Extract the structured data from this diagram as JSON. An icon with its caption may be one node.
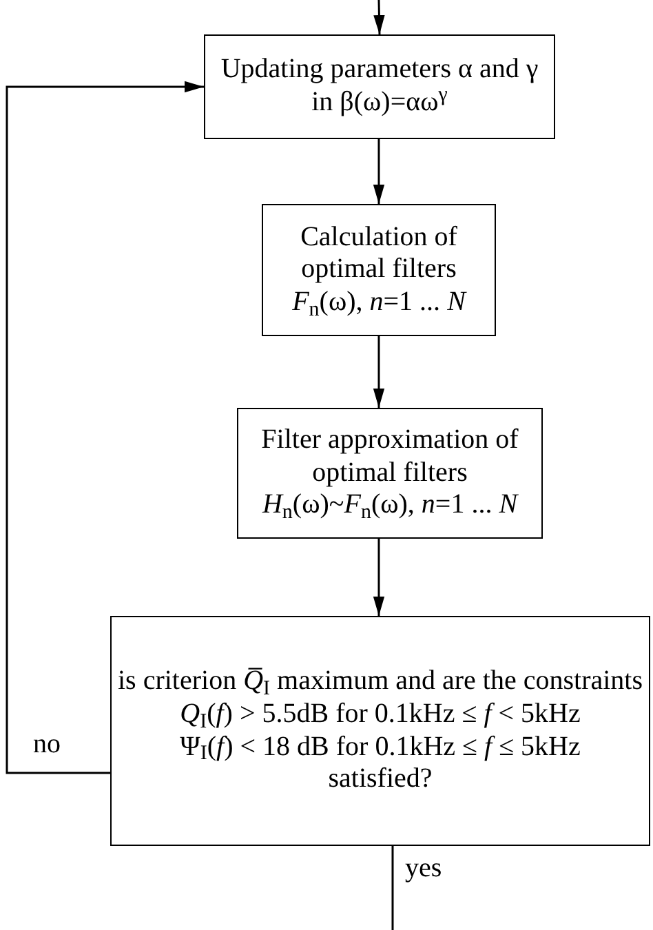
{
  "diagram": {
    "nodes": [
      {
        "text": [
          "Updating parameters α and γ in β(ω)=αω$^{γ}$"
        ]
      },
      {
        "text": [
          "Calculation of optimal filters",
          "*F*$_{n}$(ω), *n*=1 ... *N*"
        ]
      },
      {
        "text": [
          "Filter approximation of optimal filters",
          "*H*$_{n}$(ω)~*F*$_{n}$(ω), *n*=1 ... *N*"
        ]
      },
      {
        "text": [
          "is criterion *Q̅*$_{I}$ maximum and are the constraints",
          "*Q*$_{I}$(*f*) > 5.5dB for 0.1kHz ≤ *f* < 5kHz",
          "Ψ$_{I}$(*f*) < 18 dB for 0.1kHz ≤ *f* ≤ 5kHz",
          "satisfied?"
        ]
      }
    ],
    "edges": [
      {
        "from": null,
        "to": 0,
        "arrow": "to"
      },
      {
        "from": 0,
        "to": 1,
        "arrow": "to"
      },
      {
        "from": 1,
        "to": 2,
        "arrow": "to"
      },
      {
        "from": 2,
        "to": 3,
        "arrow": "to"
      },
      {
        "from": 3,
        "to": 0,
        "arrow": "to",
        "label": "no"
      },
      {
        "from": 3,
        "to": null,
        "arrow": "none",
        "label": "yes"
      }
    ]
  }
}
